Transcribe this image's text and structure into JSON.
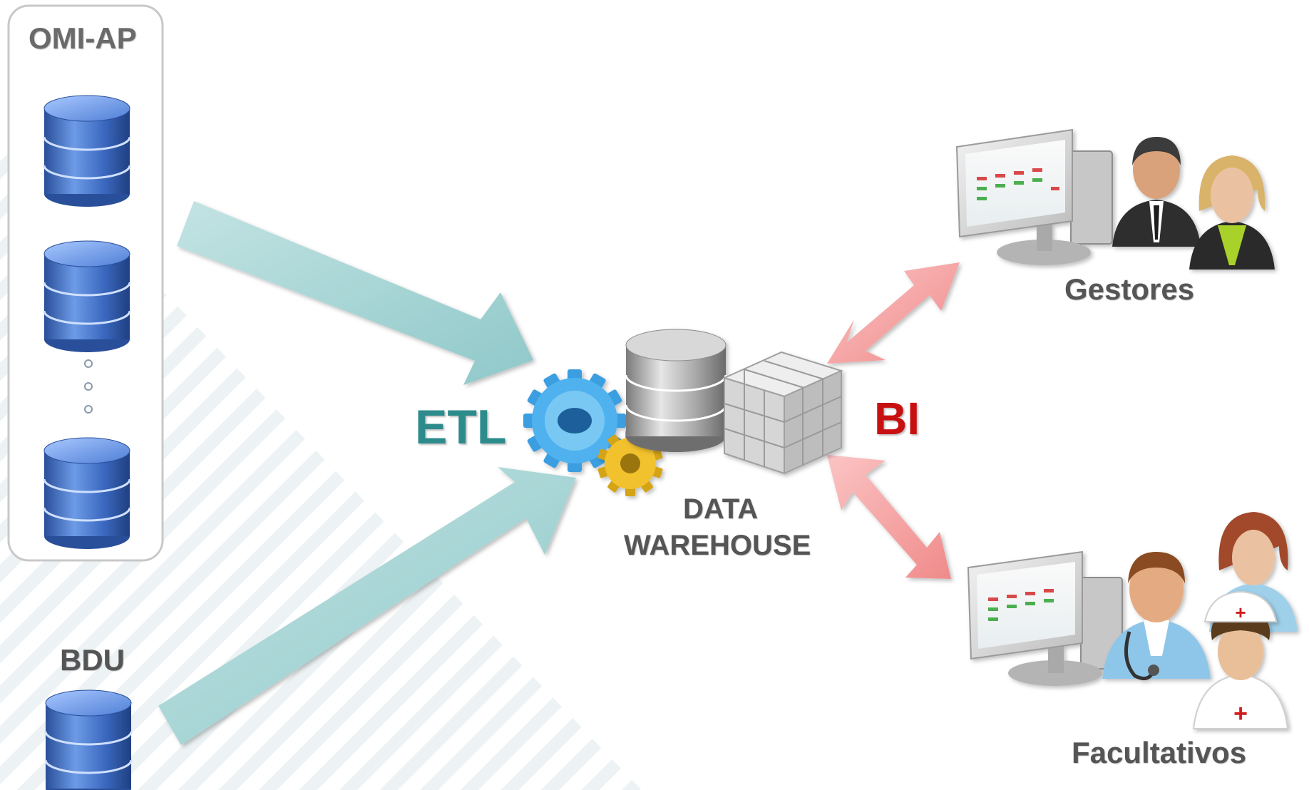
{
  "sources": {
    "group_label": "OMI-AP",
    "bdu_label": "BDU",
    "databases": [
      "database-icon",
      "database-icon",
      "database-icon",
      "database-icon"
    ],
    "ellipsis": "more-databases-indicator"
  },
  "process": {
    "etl_label": "ETL",
    "icons": [
      "gear-icon-blue",
      "gear-icon-gold"
    ]
  },
  "warehouse": {
    "label_line1": "DATA",
    "label_line2": "WAREHOUSE",
    "icons": [
      "database-icon-gray",
      "olap-cube-icon"
    ]
  },
  "bi": {
    "label": "BI"
  },
  "consumers": {
    "managers_label": "Gestores",
    "physicians_label": "Facultativos"
  },
  "colors": {
    "etl_text": "#2e8b8b",
    "bi_text": "#c81010",
    "flow_arrow": "#a9d6d6",
    "bi_arrow": "#f5a0a0",
    "label_text": "#555555",
    "database_blue": "#3d6fc4"
  }
}
